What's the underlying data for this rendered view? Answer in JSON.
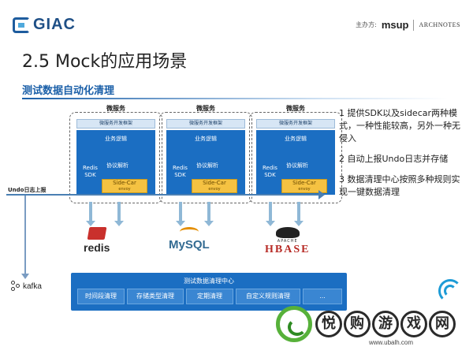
{
  "header": {
    "logo_text": "GIAC",
    "sponsor_label": "主办方:",
    "sponsor_brand": "msup",
    "sponsor_partner": "ARCHNOTES"
  },
  "slide": {
    "title": "2.5 Mock的应用场景",
    "subtitle": "测试数据自动化清理"
  },
  "microservices": [
    {
      "label": "微服务",
      "framework": "微服务开发框架",
      "logic": "业务逻辑",
      "parse": "协议解析",
      "redis_line1": "Redis",
      "redis_line2": "SDK",
      "sidecar": "Side-Car",
      "envoy": "envoy"
    },
    {
      "label": "微服务",
      "framework": "微服务开发框架",
      "logic": "业务逻辑",
      "parse": "协议解析",
      "redis_line1": "Redis",
      "redis_line2": "SDK",
      "sidecar": "Side-Car",
      "envoy": "envoy"
    },
    {
      "label": "微服务",
      "framework": "微服务开发框架",
      "logic": "业务逻辑",
      "parse": "协议解析",
      "redis_line1": "Redis",
      "redis_line2": "SDK",
      "sidecar": "Side-Car",
      "envoy": "envoy"
    }
  ],
  "undo_label": "Undo日志上报",
  "stores": {
    "redis": "redis",
    "mysql": "MySQL",
    "hbase_small": "APACHE",
    "hbase": "HBASE"
  },
  "notes": [
    "1 提供SDK以及sidecar两种模式，一种性能较高，另外一种无侵入",
    "2 自动上报Undo日志并存储",
    "3 数据清理中心按照多种规则实现一键数据清理"
  ],
  "kafka": "kafka",
  "center": {
    "title": "测试数据清理中心",
    "tabs": [
      "时间段清理",
      "存储类型清理",
      "定期清理",
      "自定义规则清理",
      "..."
    ]
  },
  "watermark": {
    "chars": [
      "悦",
      "购",
      "游",
      "戏",
      "网"
    ],
    "url": "www.ubalh.com"
  },
  "colors": {
    "primary_blue": "#1b6ec2",
    "sidecar_yellow": "#f5c242",
    "title_blue": "#1a5fa8"
  }
}
